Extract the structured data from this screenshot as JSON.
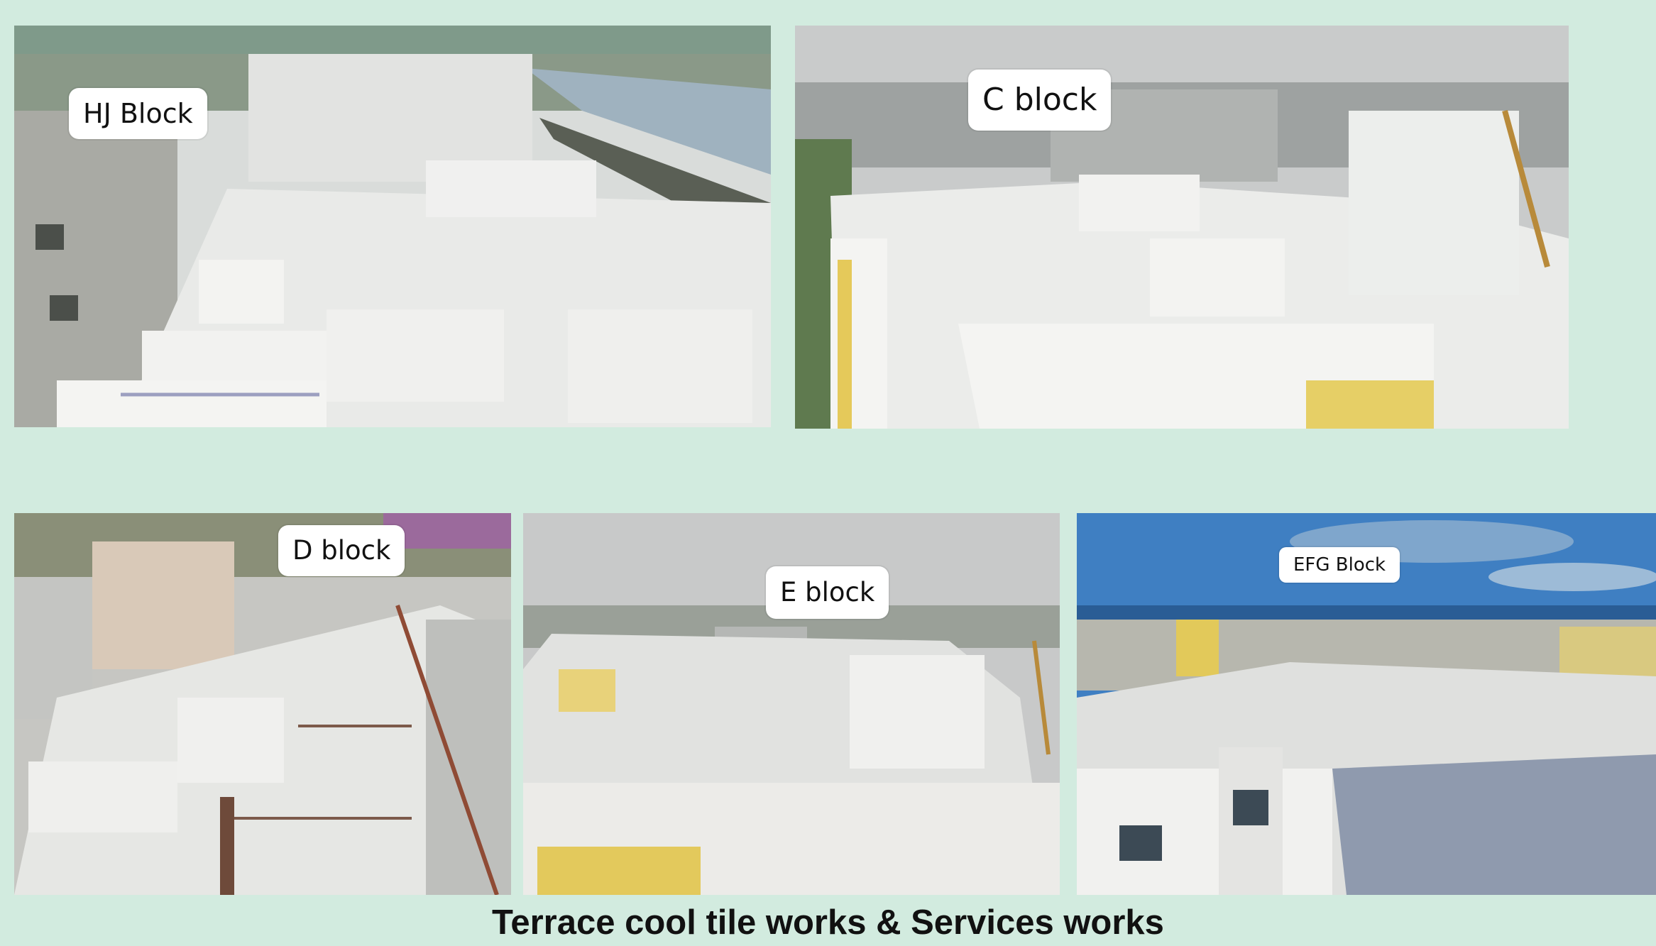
{
  "photos": [
    {
      "label": "HJ Block"
    },
    {
      "label": "C block"
    },
    {
      "label": "D block"
    },
    {
      "label": "E block"
    },
    {
      "label": "EFG Block"
    }
  ],
  "caption": "Terrace cool tile works & Services works",
  "colors": {
    "background": "#d2ebdf",
    "label_bg": "#ffffff",
    "terrace": "#e6e8e6",
    "sky_grey": "#c9cbcb",
    "sky_blue": "#3f7fc2"
  }
}
